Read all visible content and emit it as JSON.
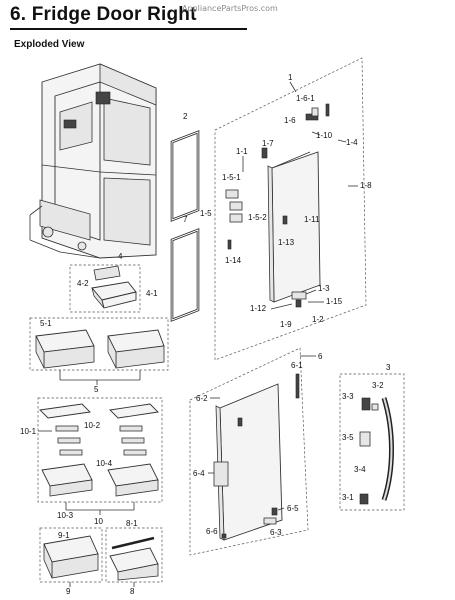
{
  "header": {
    "title": "6.  Fridge Door Right",
    "watermark": "AppliancePartsPros.com",
    "section_label": "Exploded View"
  },
  "callouts": {
    "c1": "1",
    "c1_6_1": "1-6-1",
    "c1_6": "1-6",
    "c1_10": "1-10",
    "c1_4": "1-4",
    "c1_7": "1-7",
    "c1_1": "1-1",
    "c1_5_1": "1-5-1",
    "c1_8": "1-8",
    "c1_5": "1-5",
    "c1_5_2": "1-5-2",
    "c1_11": "1-11",
    "c1_13": "1-13",
    "c1_14": "1-14",
    "c1_3": "1-3",
    "c1_15": "1-15",
    "c1_12": "1-12",
    "c1_9": "1-9",
    "c1_2": "1-2",
    "c2": "2",
    "c7": "7",
    "c4": "4",
    "c4_2": "4-2",
    "c4_1": "4-1",
    "c5_1": "5-1",
    "c5": "5",
    "c6": "6",
    "c6_1": "6-1",
    "c6_2": "6-2",
    "c6_4": "6-4",
    "c6_5": "6-5",
    "c6_6": "6-6",
    "c6_3": "6-3",
    "c3": "3",
    "c3_2": "3-2",
    "c3_3": "3-3",
    "c3_5": "3-5",
    "c3_4": "3-4",
    "c3_1": "3-1",
    "c10_1": "10-1",
    "c10_2": "10-2",
    "c10_4": "10-4",
    "c10_3": "10-3",
    "c10": "10",
    "c8_1": "8-1",
    "c9_1": "9-1",
    "c9": "9",
    "c8": "8"
  }
}
